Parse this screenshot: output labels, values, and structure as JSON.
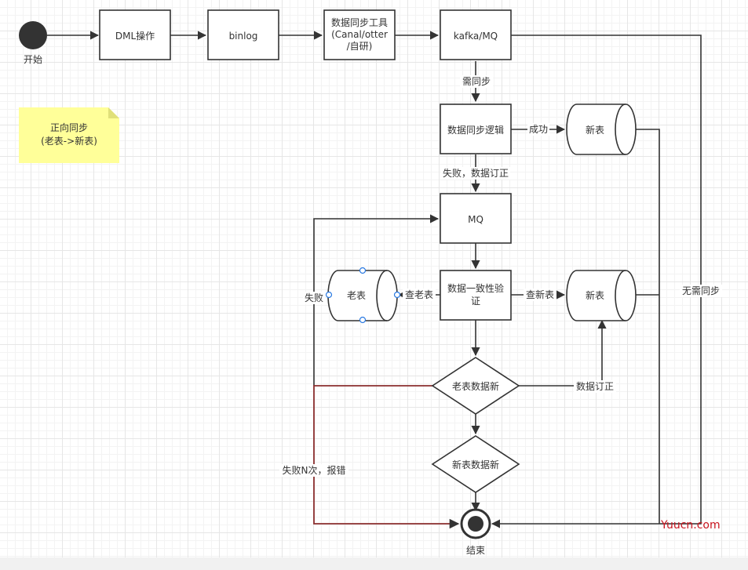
{
  "colors": {
    "stroke": "#333333",
    "node_fill": "#ffffff",
    "start_fill": "#333333",
    "note_fill": "#ffff99",
    "fail_path": "#8b2f2f",
    "handle": "#2a7ae2",
    "watermark": "#c8141e"
  },
  "start": {
    "label": "开始"
  },
  "end": {
    "label": "结束"
  },
  "nodes": {
    "dml": "DML操作",
    "binlog": "binlog",
    "sync_tool": [
      "数据同步工具",
      "(Canal/otter",
      "/自研)"
    ],
    "kafka": "kafka/MQ",
    "sync_logic": "数据同步逻辑",
    "mq": "MQ",
    "verify": [
      "数据一致性验",
      "证"
    ],
    "new_table_1": "新表",
    "new_table_2": "新表",
    "old_table": "老表",
    "old_data_new": "老表数据新",
    "new_data_new": "新表数据新"
  },
  "edges": {
    "need_sync": "需同步",
    "success": "成功",
    "fail_fix": "失败，数据订正",
    "check_old": "查老表",
    "check_new": "查新表",
    "data_fix": "数据订正",
    "no_sync": "无需同步",
    "fail": "失败",
    "fail_n": "失败N次，报错"
  },
  "note": {
    "lines": [
      "正向同步",
      "(老表->新表)"
    ]
  },
  "watermark": "Yuucn.com"
}
